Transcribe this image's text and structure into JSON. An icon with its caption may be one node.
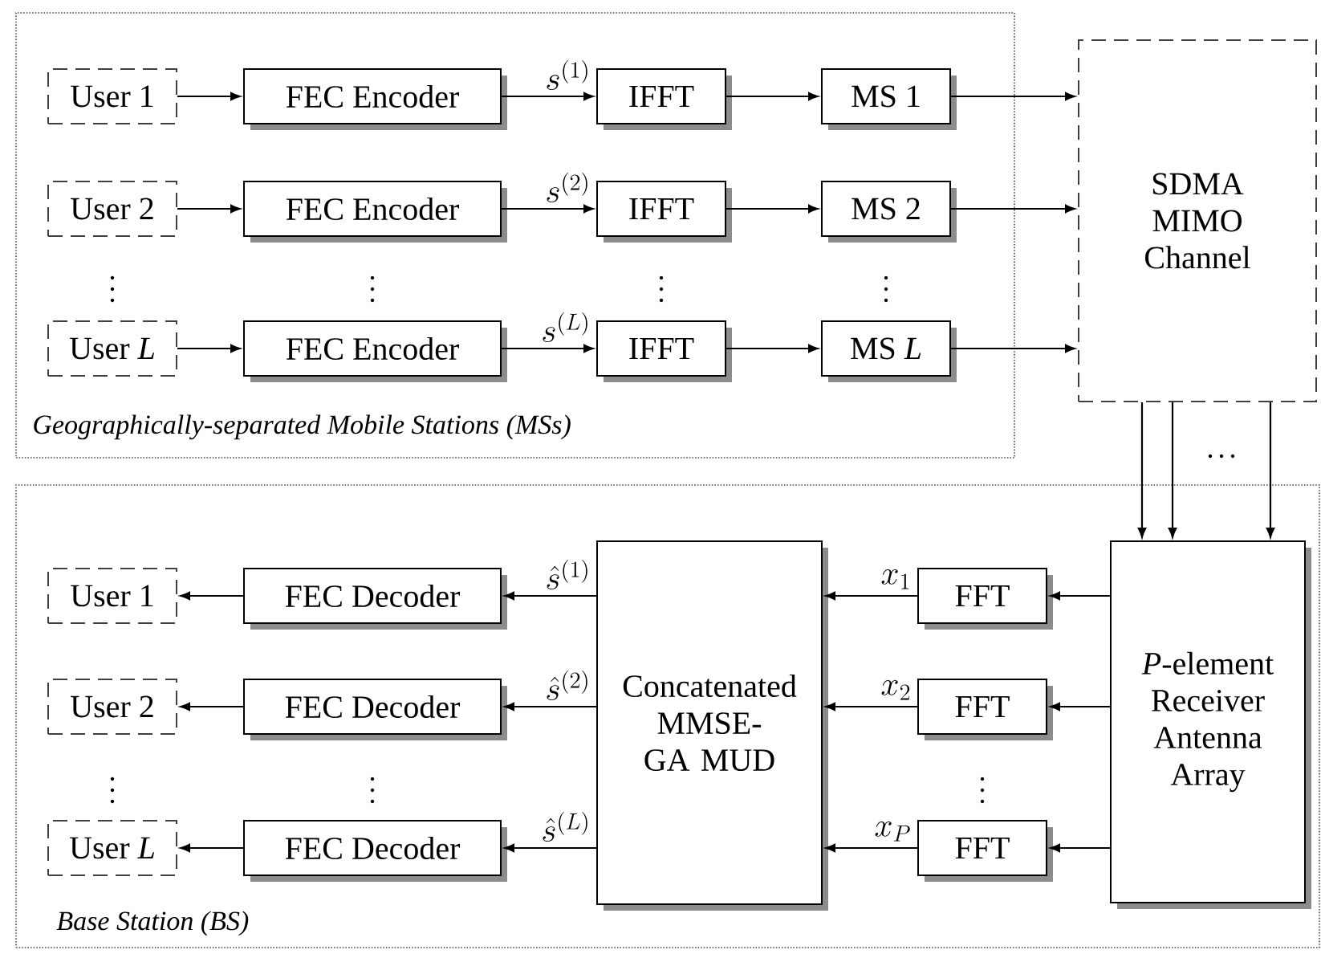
{
  "diagram": {
    "nodes": [
      {
        "text": [
          "Geographically-separated Mobile Stations (MSs)"
        ]
      },
      {
        "text": [
          "User 1"
        ],
        "in": 0
      },
      {
        "text": [
          "FEC Encoder"
        ],
        "in": 0
      },
      {
        "text": [
          "IFFT"
        ],
        "in": 0
      },
      {
        "text": [
          "MS 1"
        ],
        "in": 0
      },
      {
        "text": [
          "User 2"
        ],
        "in": 0
      },
      {
        "text": [
          "FEC Encoder"
        ],
        "in": 0
      },
      {
        "text": [
          "IFFT"
        ],
        "in": 0
      },
      {
        "text": [
          "MS 2"
        ],
        "in": 0
      },
      {
        "text": [
          "User *L*"
        ],
        "in": 0
      },
      {
        "text": [
          "FEC Encoder"
        ],
        "in": 0
      },
      {
        "text": [
          "IFFT"
        ],
        "in": 0
      },
      {
        "text": [
          "MS *L*"
        ],
        "in": 0
      },
      {
        "text": [
          "SDMA MIMO Channel"
        ]
      },
      {
        "text": [
          "Base Station (BS)"
        ]
      },
      {
        "text": [
          "Concatenated MMSE-GA MUD"
        ],
        "in": 14
      },
      {
        "text": [
          "FFT"
        ],
        "in": 14
      },
      {
        "text": [
          "FFT"
        ],
        "in": 14
      },
      {
        "text": [
          "FFT"
        ],
        "in": 14
      },
      {
        "text": [
          "*P*-element Receiver Antenna Array"
        ],
        "in": 14
      },
      {
        "text": [
          "FEC Decoder"
        ],
        "in": 14
      },
      {
        "text": [
          "FEC Decoder"
        ],
        "in": 14
      },
      {
        "text": [
          "FEC Decoder"
        ],
        "in": 14
      },
      {
        "text": [
          "User 1"
        ],
        "in": 14
      },
      {
        "text": [
          "User 2"
        ],
        "in": 14
      },
      {
        "text": [
          "User *L*"
        ],
        "in": 14
      }
    ],
    "edges": [
      {
        "from": 1,
        "to": 2,
        "arrow": "to"
      },
      {
        "from": 2,
        "to": 3,
        "arrow": "to",
        "label": "s^{(1)}"
      },
      {
        "from": 3,
        "to": 4,
        "arrow": "to"
      },
      {
        "from": 4,
        "to": 13,
        "arrow": "to"
      },
      {
        "from": 5,
        "to": 6,
        "arrow": "to"
      },
      {
        "from": 6,
        "to": 7,
        "arrow": "to",
        "label": "s^{(2)}"
      },
      {
        "from": 7,
        "to": 8,
        "arrow": "to"
      },
      {
        "from": 8,
        "to": 13,
        "arrow": "to"
      },
      {
        "from": 9,
        "to": 10,
        "arrow": "to"
      },
      {
        "from": 10,
        "to": 11,
        "arrow": "to",
        "label": "s^{(L)}"
      },
      {
        "from": 11,
        "to": 12,
        "arrow": "to"
      },
      {
        "from": 12,
        "to": 13,
        "arrow": "to"
      },
      {
        "from": 13,
        "to": 19,
        "arrow": "to"
      },
      {
        "from": 13,
        "to": 19,
        "arrow": "to"
      },
      {
        "from": 13,
        "to": 19,
        "arrow": "to"
      },
      {
        "from": 19,
        "to": 16,
        "arrow": "to"
      },
      {
        "from": 19,
        "to": 17,
        "arrow": "to"
      },
      {
        "from": 19,
        "to": 18,
        "arrow": "to"
      },
      {
        "from": 16,
        "to": 15,
        "arrow": "to",
        "label": "x_1"
      },
      {
        "from": 17,
        "to": 15,
        "arrow": "to",
        "label": "x_2"
      },
      {
        "from": 18,
        "to": 15,
        "arrow": "to",
        "label": "x_P"
      },
      {
        "from": 15,
        "to": 20,
        "arrow": "to",
        "label": "\\hat{s}^{(1)}"
      },
      {
        "from": 15,
        "to": 21,
        "arrow": "to",
        "label": "\\hat{s}^{(2)}"
      },
      {
        "from": 15,
        "to": 22,
        "arrow": "to",
        "label": "\\hat{s}^{(L)}"
      },
      {
        "from": 20,
        "to": 23,
        "arrow": "to"
      },
      {
        "from": 21,
        "to": 24,
        "arrow": "to"
      },
      {
        "from": 22,
        "to": 25,
        "arrow": "to"
      }
    ]
  }
}
